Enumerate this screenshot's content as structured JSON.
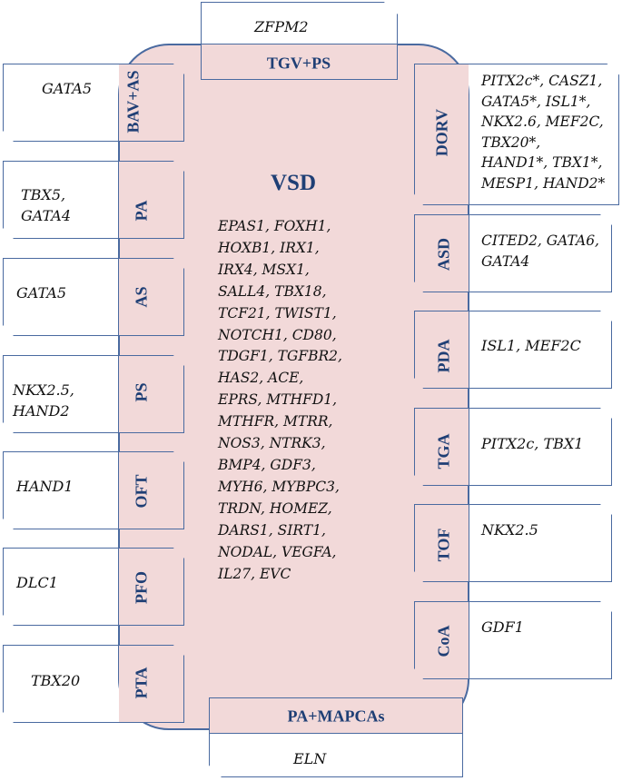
{
  "center": {
    "title": "VSD",
    "genes": "EPAS1, FOXH1,\nHOXB1, IRX1,\nIRX4, MSX1,\nSALL4, TBX18,\nTCF21, TWIST1,\nNOTCH1, CD80,\nTDGF1, TGFBR2,\nHAS2, ACE,\nEPRS, MTHFD1,\nMTHFR, MTRR,\nNOS3, NTRK3,\nBMP4, GDF3,\nMYH6, MYBPC3,\nTRDN, HOMEZ,\nDARS1, SIRT1,\nNODAL, VEGFA,\nIL27, EVC"
  },
  "top": {
    "label": "TGV+PS",
    "genes": "ZFPM2"
  },
  "bottom": {
    "label": "PA+MAPCAs",
    "genes": "ELN"
  },
  "left": [
    {
      "label": "BAV+AS",
      "genes": "GATA5"
    },
    {
      "label": "PA",
      "genes": "TBX5,\nGATA4"
    },
    {
      "label": "AS",
      "genes": "GATA5"
    },
    {
      "label": "PS",
      "genes": "NKX2.5,\nHAND2"
    },
    {
      "label": "OFT",
      "genes": "HAND1"
    },
    {
      "label": "PFO",
      "genes": "DLC1"
    },
    {
      "label": "PTA",
      "genes": "TBX20"
    }
  ],
  "right": [
    {
      "label": "DORV",
      "genes": "PITX2c*, CASZ1,\nGATA5*, ISL1*,\nNKX2.6, MEF2C,\nTBX20*,\nHAND1*, TBX1*,\nMESP1, HAND2*"
    },
    {
      "label": "ASD",
      "genes": "CITED2, GATA6,\nGATA4"
    },
    {
      "label": "PDA",
      "genes": "ISL1, MEF2C"
    },
    {
      "label": "TGA",
      "genes": "PITX2c, TBX1"
    },
    {
      "label": "TOF",
      "genes": "NKX2.5"
    },
    {
      "label": "CoA",
      "genes": "GDF1"
    }
  ],
  "colors": {
    "center_fill": "#f2d9d9",
    "border": "#4a6aa0",
    "label": "#1f3f75"
  }
}
